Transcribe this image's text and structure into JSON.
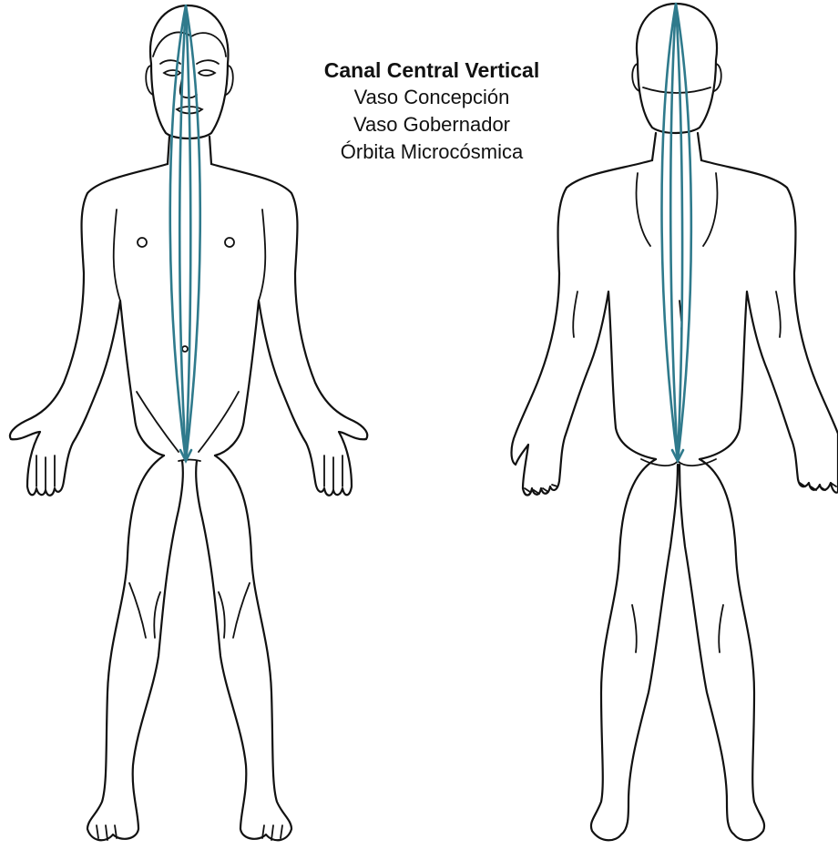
{
  "legend": {
    "title": "Canal Central Vertical",
    "lines": [
      "Vaso Concepción",
      "Vaso Gobernador",
      "Órbita Microcósmica"
    ]
  },
  "figures": {
    "front": {
      "view": "front",
      "icon": "human-front-view-icon"
    },
    "back": {
      "view": "back",
      "icon": "human-back-view-icon"
    }
  },
  "colors": {
    "channel": "#2f7a8c",
    "outline": "#111111",
    "background": "#ffffff"
  }
}
